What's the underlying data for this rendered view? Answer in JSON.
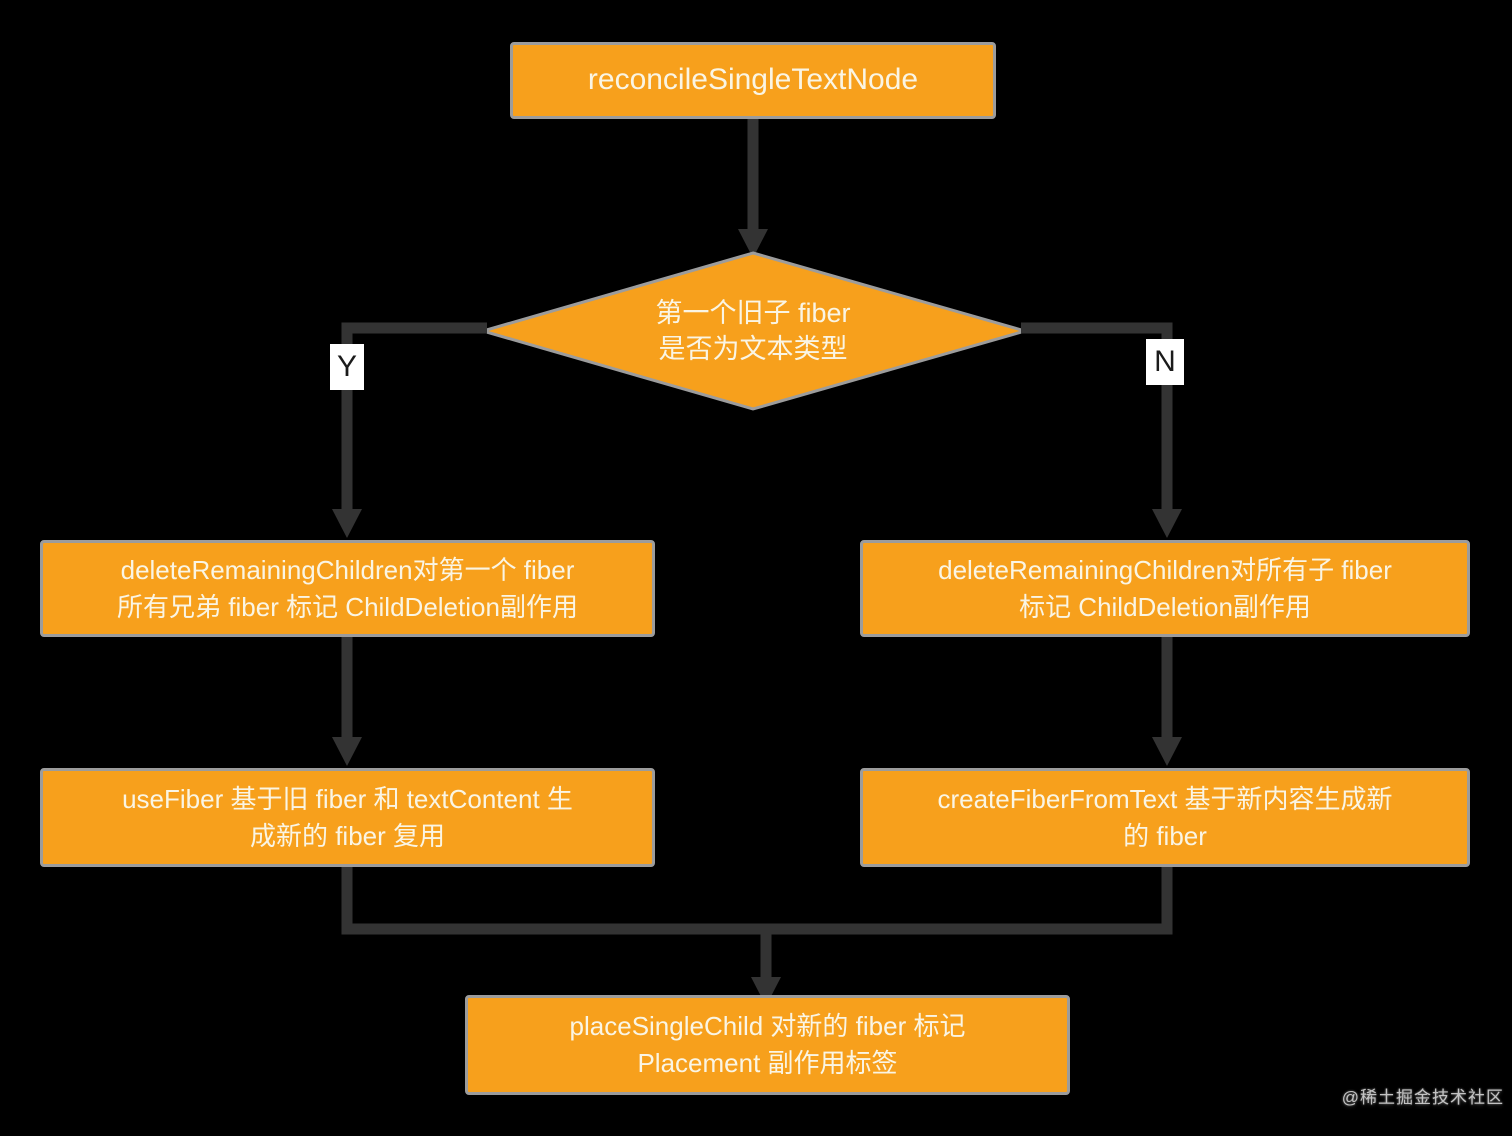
{
  "colors": {
    "background": "#000000",
    "node_fill": "#F7A01C",
    "node_border": "#9C9C9C",
    "node_text": "#FAF5E4",
    "connector": "#333333",
    "branch_label_bg": "#FFFFFF",
    "branch_label_text": "#1B1B1B"
  },
  "flowchart": {
    "title_node": {
      "label": "reconcileSingleTextNode"
    },
    "decision_node": {
      "line1": "第一个旧子 fiber",
      "line2": "是否为文本类型"
    },
    "branch_yes": {
      "label": "Y"
    },
    "branch_no": {
      "label": "N"
    },
    "yes_delete_node": {
      "line1": "deleteRemainingChildren对第一个 fiber",
      "line2": "所有兄弟 fiber 标记 ChildDeletion副作用"
    },
    "no_delete_node": {
      "line1": "deleteRemainingChildren对所有子 fiber",
      "line2": "标记 ChildDeletion副作用"
    },
    "yes_reuse_node": {
      "line1": "useFiber 基于旧 fiber 和 textContent 生",
      "line2": "成新的 fiber 复用"
    },
    "no_create_node": {
      "line1": "createFiberFromText 基于新内容生成新",
      "line2": "的 fiber"
    },
    "place_node": {
      "line1": "placeSingleChild 对新的 fiber 标记",
      "line2": "Placement 副作用标签"
    },
    "watermark": "@稀土掘金技术社区"
  }
}
